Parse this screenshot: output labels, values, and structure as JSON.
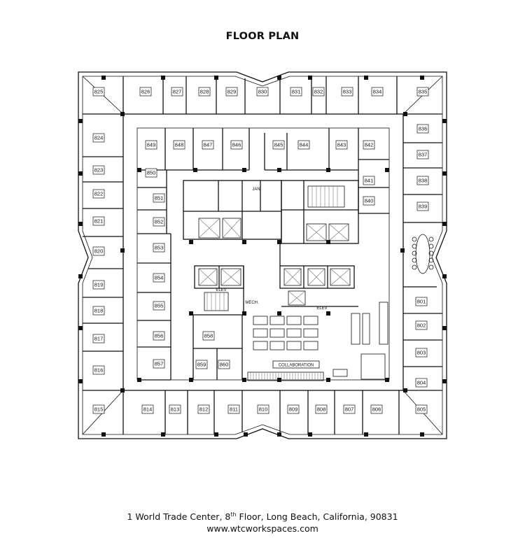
{
  "title": "FLOOR PLAN",
  "footer": {
    "address_pre": "1 World Trade Center, 8",
    "address_sup": "th",
    "address_post": " Floor, Long Beach, California, 90831",
    "url": "www.wtcworkspaces.com"
  },
  "labels": {
    "jan": "JAN",
    "elev_upper": "ELEV",
    "elev_lower": "ELEV",
    "mech": "MECH.",
    "collaboration": "COLLABORATION"
  },
  "rooms": [
    "801",
    "802",
    "803",
    "804",
    "805",
    "806",
    "807",
    "808",
    "809",
    "810",
    "811",
    "812",
    "813",
    "814",
    "815",
    "816",
    "817",
    "818",
    "819",
    "820",
    "821",
    "822",
    "823",
    "824",
    "825",
    "826",
    "827",
    "828",
    "829",
    "830",
    "831",
    "832",
    "833",
    "834",
    "835",
    "836",
    "837",
    "838",
    "839",
    "840",
    "841",
    "842",
    "843",
    "844",
    "845",
    "846",
    "847",
    "848",
    "849",
    "850",
    "851",
    "852",
    "853",
    "854",
    "855",
    "856",
    "857",
    "858",
    "859",
    "860"
  ]
}
